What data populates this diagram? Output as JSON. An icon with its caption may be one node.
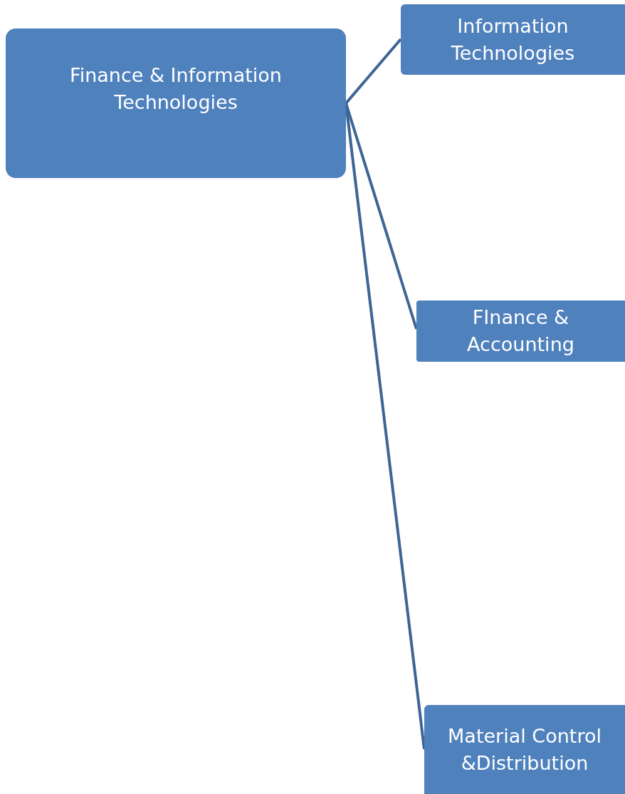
{
  "diagram": {
    "nodes": [
      {
        "text": [
          "Finance & Information Technologies"
        ]
      },
      {
        "text": [
          "Information Technologies"
        ]
      },
      {
        "text": [
          "FInance & Accounting"
        ]
      },
      {
        "text": [
          "Material Control &Distribution"
        ]
      }
    ],
    "edges": [
      {
        "from": 0,
        "to": 1,
        "arrow": "none"
      },
      {
        "from": 0,
        "to": 2,
        "arrow": "none"
      },
      {
        "from": 0,
        "to": 3,
        "arrow": "none"
      }
    ]
  }
}
